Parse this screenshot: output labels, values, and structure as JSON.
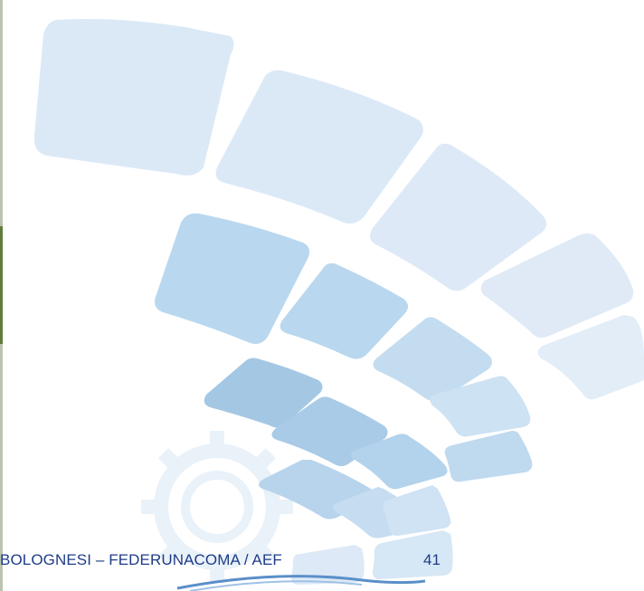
{
  "footer": {
    "text": "BOLOGNESI – FEDERUNACOMA / AEF",
    "page_number": "41"
  },
  "colors": {
    "text": "#1f3c88",
    "tile_light": "#dbe9f7",
    "tile_mid": "#b9d8ef",
    "tile_dark": "#a3c6e3",
    "gear": "#e8f0f8"
  },
  "decor": {
    "icon": "curved-tile-grid-with-gear-graphic"
  }
}
